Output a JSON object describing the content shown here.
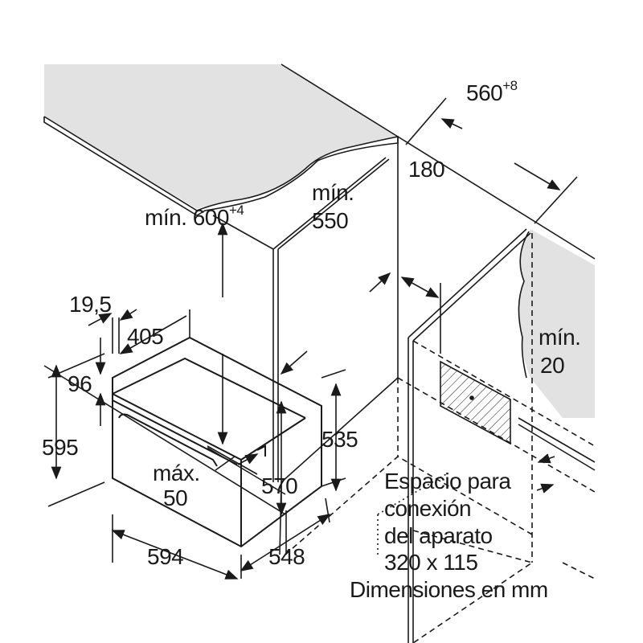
{
  "dimensions": {
    "width_cabinet": "560",
    "width_cabinet_tol": "+8",
    "rear_clearance": "180",
    "depth_min_label": "mín.",
    "depth_min": "550",
    "height_min_label": "mín. 600",
    "height_tol": "+4",
    "front_offset": "19,5",
    "door_depth": "405",
    "top_gap": "96",
    "oven_height": "595",
    "inner_height_rear": "535",
    "handle_label": "máx.",
    "handle_max": "50",
    "niche_height": "570",
    "oven_width": "594",
    "oven_depth": "548",
    "side_min_label": "mín.",
    "side_min": "20"
  },
  "notes": {
    "line1": "Espacio para",
    "line2": "conexión",
    "line3": "del aparato",
    "line4": "320 x 115",
    "units": "Dimensiones en mm"
  },
  "colors": {
    "line": "#1a1a1a",
    "counter": "#e2e2e2"
  }
}
